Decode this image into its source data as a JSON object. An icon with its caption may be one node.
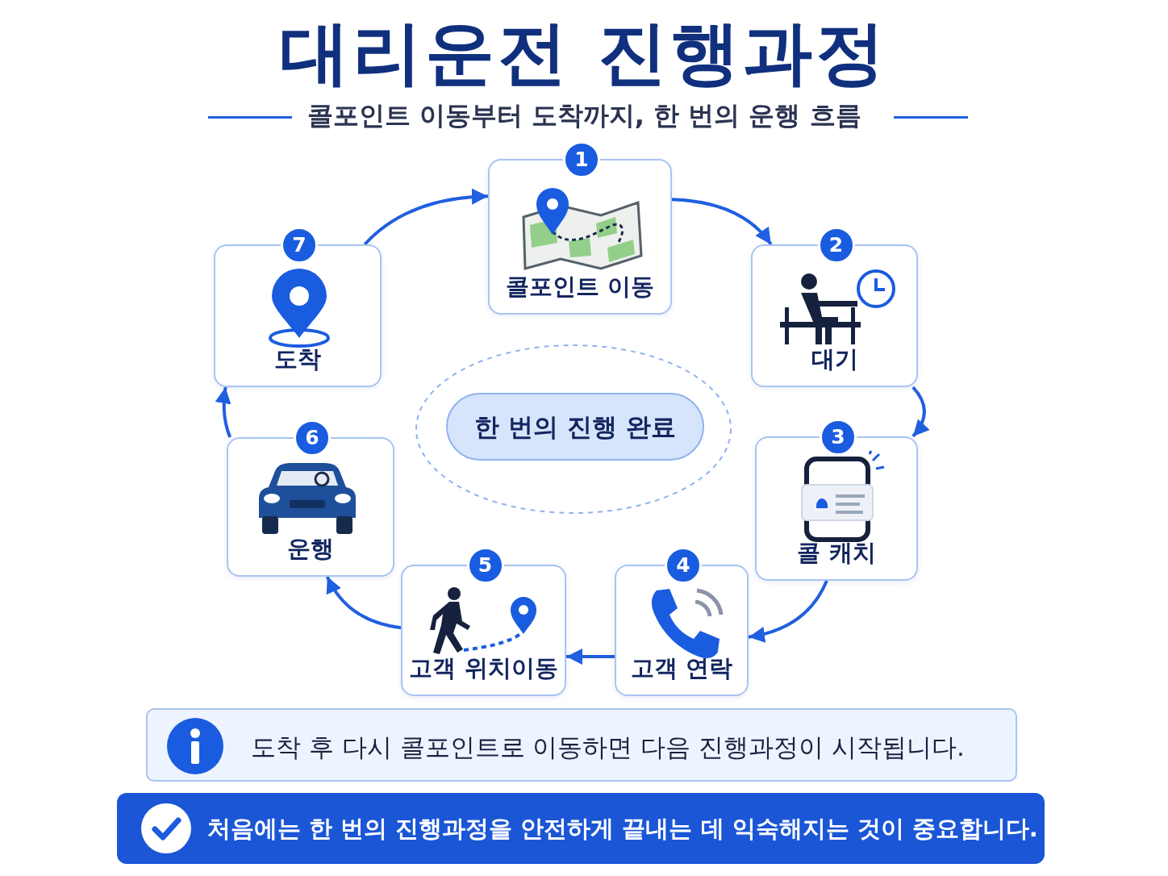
{
  "diagram": {
    "title": "대리운전 진행과정",
    "nodes": [
      {
        "text": [
          "1",
          "콜포인트 이동"
        ]
      },
      {
        "text": [
          "2",
          "대기"
        ]
      },
      {
        "text": [
          "3",
          "콜 캐치"
        ]
      },
      {
        "text": [
          "4",
          "고객 연락"
        ]
      },
      {
        "text": [
          "5",
          "고객 위치이동"
        ]
      },
      {
        "text": [
          "6",
          "운행"
        ]
      },
      {
        "text": [
          "7",
          "도착"
        ]
      },
      {
        "text": [
          "한 번의 진행 완료"
        ]
      },
      {
        "text": [
          "도착 후 다시 콜포인트로 이동하면 다음 진행과정이 시작됩니다."
        ]
      },
      {
        "text": [
          "처음에는 한 번의 진행과정을 안전하게 끝내는 데 익숙해지는 것이 중요합니다."
        ]
      }
    ],
    "edges": [
      {
        "from": 0,
        "to": 1,
        "arrow": "to"
      },
      {
        "from": 1,
        "to": 2,
        "arrow": "to"
      },
      {
        "from": 2,
        "to": 3,
        "arrow": "to"
      },
      {
        "from": 3,
        "to": 4,
        "arrow": "to"
      },
      {
        "from": 4,
        "to": 5,
        "arrow": "to"
      },
      {
        "from": 5,
        "to": 6,
        "arrow": "to"
      },
      {
        "from": 6,
        "to": 0,
        "arrow": "to"
      }
    ],
    "labels": [
      "콜포인트 이동부터 도착까지, 한 번의 운행 흐름"
    ]
  }
}
